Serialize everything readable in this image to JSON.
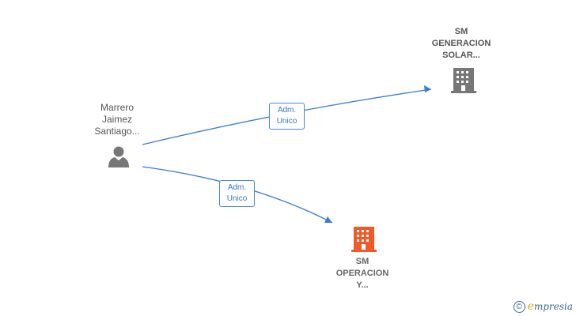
{
  "nodes": {
    "person": {
      "lines": [
        "Marrero",
        "Jaimez",
        "Santiago..."
      ],
      "icon": "person-icon",
      "color": "#777777"
    },
    "company_top": {
      "lines": [
        "SM",
        "GENERACION",
        "SOLAR..."
      ],
      "icon": "building-icon",
      "color": "#777777"
    },
    "company_bottom": {
      "lines": [
        "SM",
        "OPERACION",
        "Y..."
      ],
      "icon": "building-icon",
      "color": "#f05a28"
    }
  },
  "edges": [
    {
      "label": [
        "Adm.",
        "Unico"
      ],
      "from": "person",
      "to": "company_top",
      "color": "#3a7bd5"
    },
    {
      "label": [
        "Adm.",
        "Unico"
      ],
      "from": "person",
      "to": "company_bottom",
      "color": "#3a7bd5"
    }
  ],
  "footer": {
    "copyright_symbol": "©",
    "brand_initial": "e",
    "brand_rest": "mpresia"
  }
}
